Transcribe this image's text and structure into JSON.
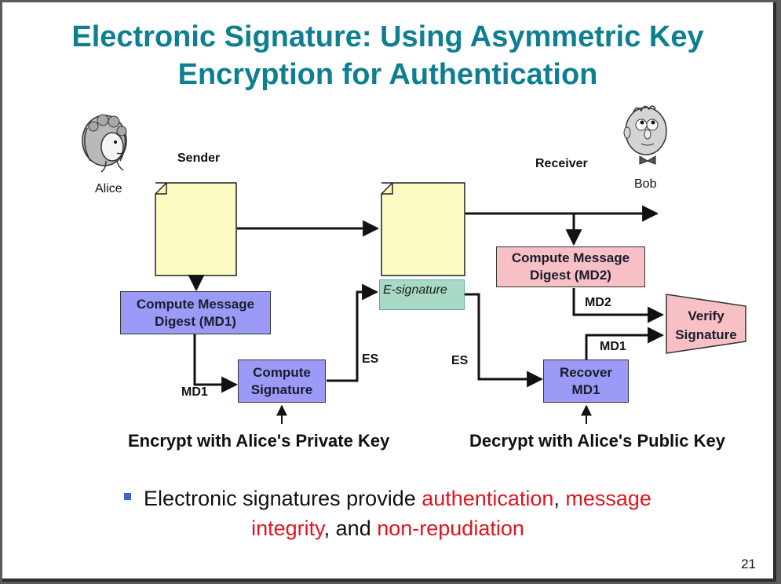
{
  "slide": {
    "title_line1": "Electronic Signature: Using Asymmetric Key",
    "title_line2": "Encryption for Authentication",
    "page_number": "21"
  },
  "people": {
    "sender_role": "Sender",
    "sender_name": "Alice",
    "receiver_role": "Receiver",
    "receiver_name": "Bob"
  },
  "boxes": {
    "compute_md1": "Compute Message Digest (MD1)",
    "compute_signature": "Compute Signature",
    "e_signature": "E-signature",
    "compute_md2": "Compute Message Digest (MD2)",
    "recover_md1": "Recover MD1",
    "verify_signature": "Verify Signature"
  },
  "arrow_labels": {
    "md1_left": "MD1",
    "es_left": "ES",
    "es_right": "ES",
    "md2": "MD2",
    "md1_right": "MD1"
  },
  "captions": {
    "encrypt": "Encrypt with Alice's Private Key",
    "decrypt": "Decrypt with Alice's Public Key"
  },
  "bullet": {
    "part1": "Electronic signatures provide ",
    "red1": "authentication",
    "part2": ", ",
    "red2": "message integrity",
    "part3": ", and ",
    "red3": "non-repudiation"
  },
  "colors": {
    "title": "#0e7f91",
    "highlight": "#e0141e",
    "blue_box": "#9b9bf7",
    "pink_box": "#f7c0c4",
    "document": "#fbfbc2",
    "esignature": "#a7d9c5"
  }
}
